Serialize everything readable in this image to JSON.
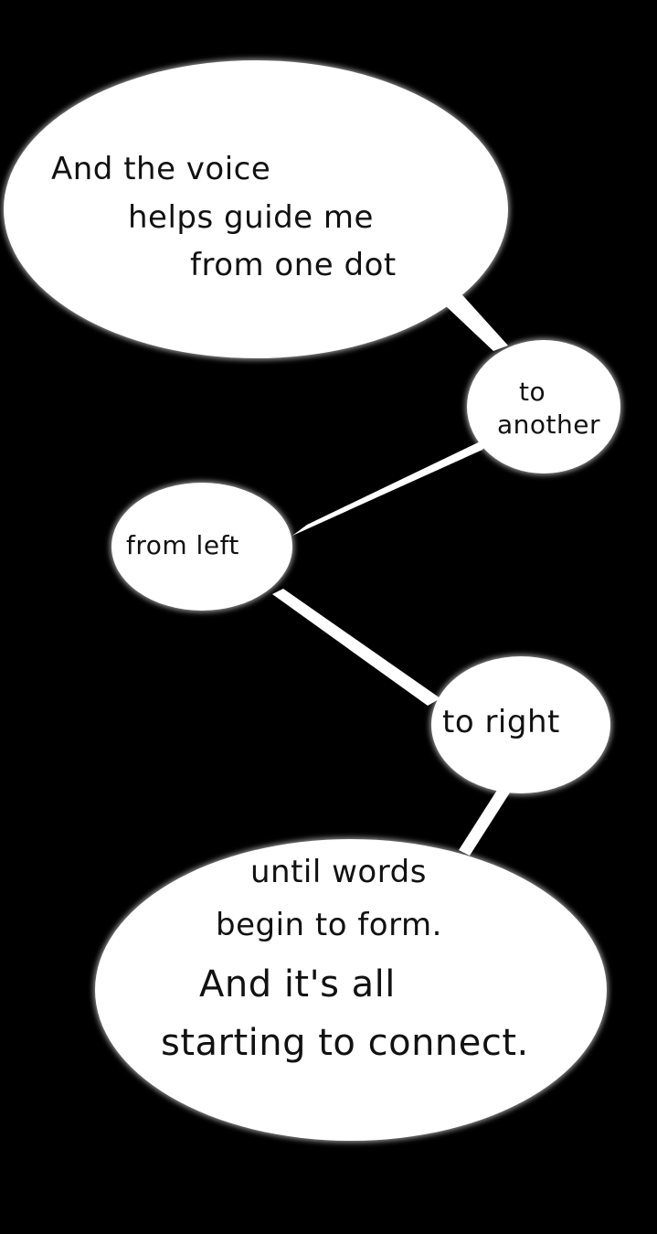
{
  "colors": {
    "background": "#000000",
    "bubble": "#ffffff",
    "text": "#111111"
  },
  "bubbles": {
    "first": {
      "lines": [
        "And the voice",
        "helps guide me",
        "from one dot"
      ]
    },
    "second": {
      "lines": [
        "to",
        "another"
      ]
    },
    "third": {
      "lines": [
        "from left"
      ]
    },
    "fourth": {
      "lines": [
        "to right"
      ]
    },
    "fifth": {
      "lines": [
        "until words",
        "begin to form.",
        "And it's all",
        "starting to connect."
      ]
    }
  }
}
